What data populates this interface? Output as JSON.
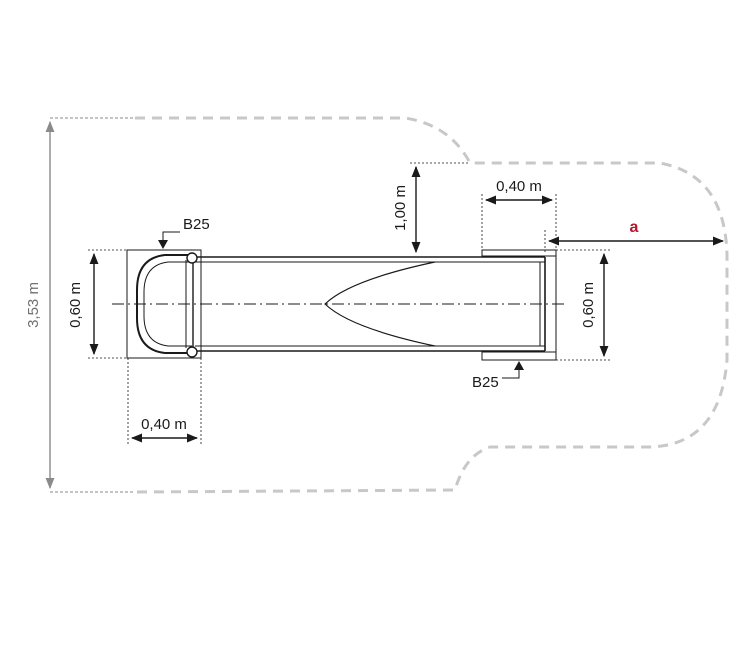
{
  "diagram": {
    "labels": {
      "total_height": "3,53 m",
      "clearance_top": "1,00 m",
      "left_width": "0,60 m",
      "right_width": "0,60 m",
      "top_right_depth": "0,40 m",
      "bottom_left_depth": "0,40 m",
      "foundation_left": "B25",
      "foundation_right": "B25",
      "distance_a": "a"
    },
    "colors": {
      "outline": "#1a1a1a",
      "safety_zone": "#c8c8c8",
      "dimension_grey": "#8a8a8a",
      "accent": "#b5162b"
    }
  }
}
